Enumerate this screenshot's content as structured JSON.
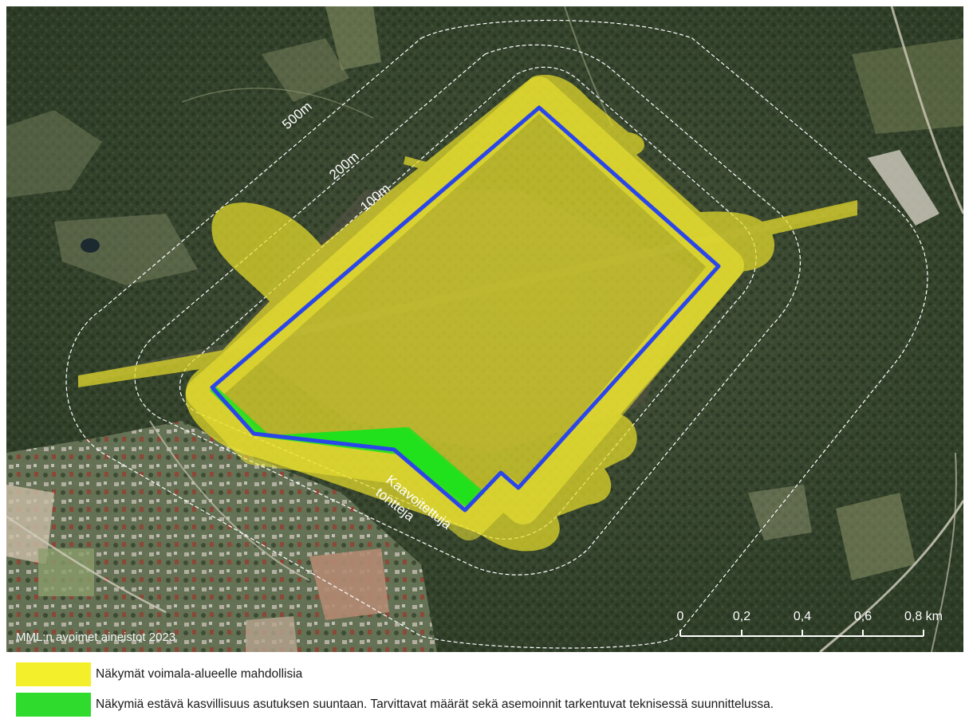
{
  "map": {
    "buffer_labels": {
      "m500": "500m",
      "m200": "200m",
      "m100": "100m"
    },
    "area_label": {
      "line1": "Kaavoitettuja",
      "line2": "tontteja"
    },
    "attribution": "MML:n avoimet aineistot 2023",
    "scale_bar": {
      "labels": [
        "0",
        "0,2",
        "0,4",
        "0,6",
        "0,8 km"
      ]
    },
    "colors": {
      "boundary": "#2b46e8",
      "visibility_zone": "#e6dc2a",
      "vegetation_screen": "#1fe01c",
      "buffer_lines": "#ffffff"
    }
  },
  "legend": [
    {
      "label": "Näkymät voimala-alueelle mahdollisia",
      "color": "#f3ef2b"
    },
    {
      "label": "Näkymiä estävä kasvillisuus asutuksen suuntaan. Tarvittavat määrät sekä asemoinnit tarkentuvat teknisessä suunnittelussa.",
      "color": "#2fdb2c"
    }
  ]
}
